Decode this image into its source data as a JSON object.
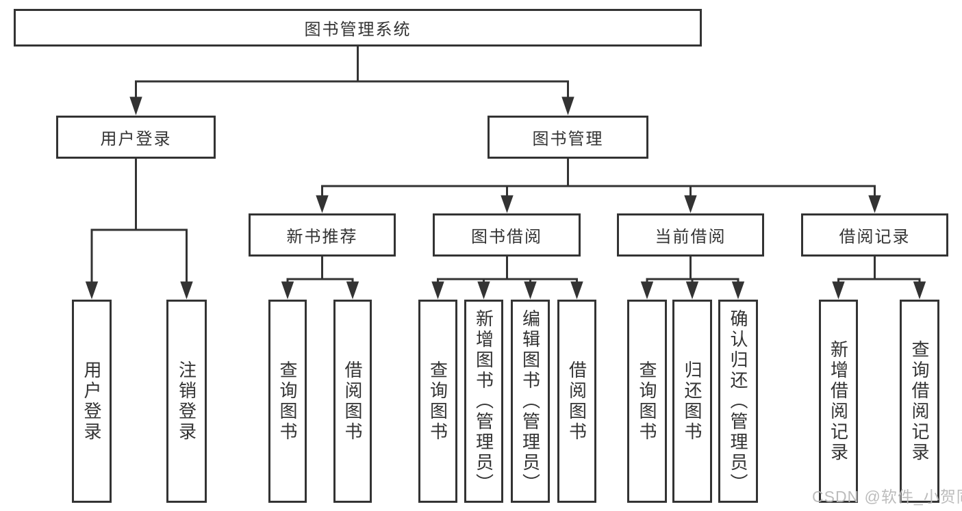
{
  "nodes": {
    "root": "图书管理系统",
    "user_login": "用户登录",
    "book_management": "图书管理",
    "new_book_recommend": "新书推荐",
    "book_borrow": "图书借阅",
    "current_borrow": "当前借阅",
    "borrow_record": "借阅记录",
    "leaf_user_login": "用户登录",
    "leaf_logout": "注销登录",
    "leaf_nbr_query_book": "查询图书",
    "leaf_nbr_borrow_book": "借阅图书",
    "leaf_bb_query_book": "查询图书",
    "leaf_bb_add_book": "新增图书（管理员）",
    "leaf_bb_edit_book": "编辑图书（管理员）",
    "leaf_bb_borrow_book": "借阅图书",
    "leaf_cb_query_book": "查询图书",
    "leaf_cb_return_book": "归还图书",
    "leaf_cb_confirm_return": "确认归还（管理员）",
    "leaf_br_add_record": "新增借阅记录",
    "leaf_br_query_record": "查询借阅记录"
  },
  "watermark": "CSDN @软件_小贺同学",
  "colors": {
    "line": "#333333",
    "text": "#333333",
    "watermark": "#b8b8b8",
    "background": "#ffffff"
  }
}
